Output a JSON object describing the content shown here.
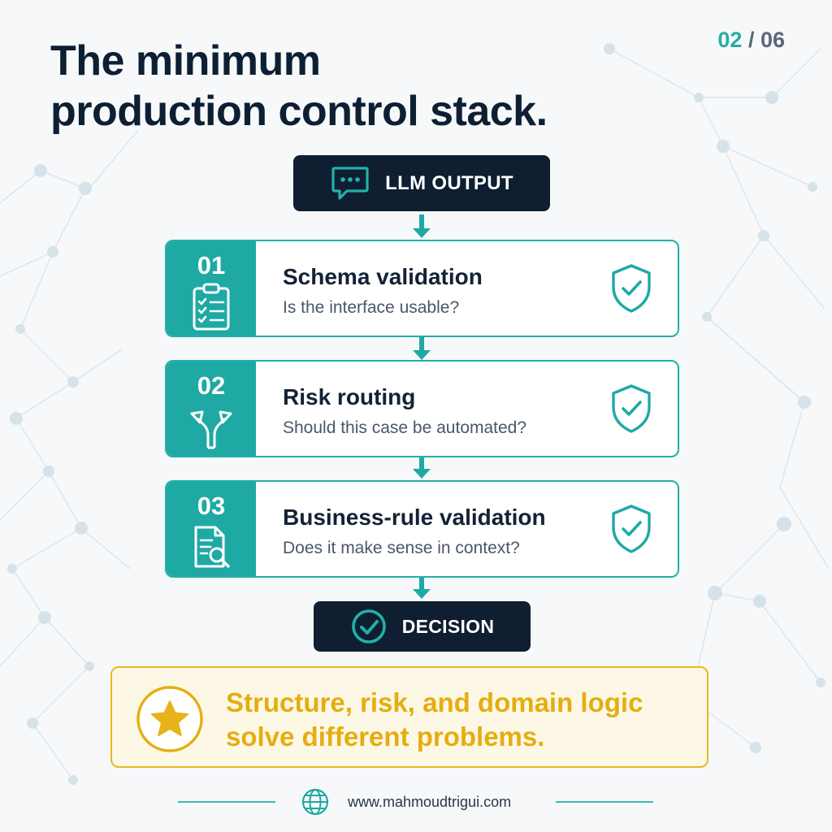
{
  "header": {
    "title_line1": "The minimum",
    "title_line2": "production control stack.",
    "page_current": "02",
    "page_separator": " / ",
    "page_total": "06"
  },
  "flow": {
    "input_label": "LLM OUTPUT",
    "input_icon": "chat-bubble-icon",
    "steps": [
      {
        "number": "01",
        "title": "Schema validation",
        "question": "Is the interface usable?",
        "icon": "clipboard-checklist-icon"
      },
      {
        "number": "02",
        "title": "Risk routing",
        "question": "Should this case be automated?",
        "icon": "fork-arrows-icon"
      },
      {
        "number": "03",
        "title": "Business-rule validation",
        "question": "Does it make sense in context?",
        "icon": "document-search-icon"
      }
    ],
    "output_label": "DECISION",
    "output_icon": "check-circle-icon"
  },
  "callout": {
    "line1": "Structure, risk, and domain logic",
    "line2": "solve different problems.",
    "icon": "star-icon"
  },
  "footer": {
    "url": "www.mahmoudtrigui.com",
    "icon": "globe-icon"
  },
  "colors": {
    "teal": "#1fa9a4",
    "navy": "#0f1e30",
    "gold": "#e5ad10",
    "background": "#f6f8fa"
  }
}
